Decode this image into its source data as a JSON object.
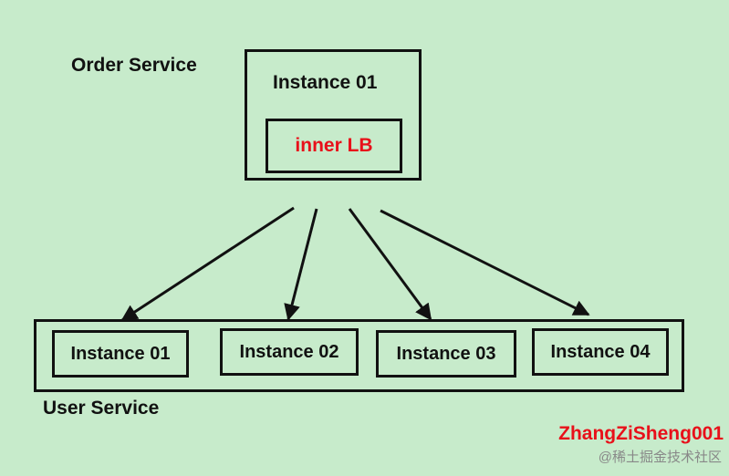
{
  "order_service": {
    "label": "Order Service",
    "instance_label": "Instance 01",
    "inner_lb_label": "inner LB"
  },
  "user_service": {
    "label": "User Service",
    "instances": [
      "Instance 01",
      "Instance 02",
      "Instance 03",
      "Instance 04"
    ]
  },
  "watermark": {
    "author": "ZhangZiSheng001",
    "site": "@稀土掘金技术社区"
  },
  "colors": {
    "background": "#c7ebcb",
    "stroke": "#111111",
    "inner_lb_text": "#e8101a",
    "author_text": "#e8101a",
    "site_text": "#888888"
  }
}
